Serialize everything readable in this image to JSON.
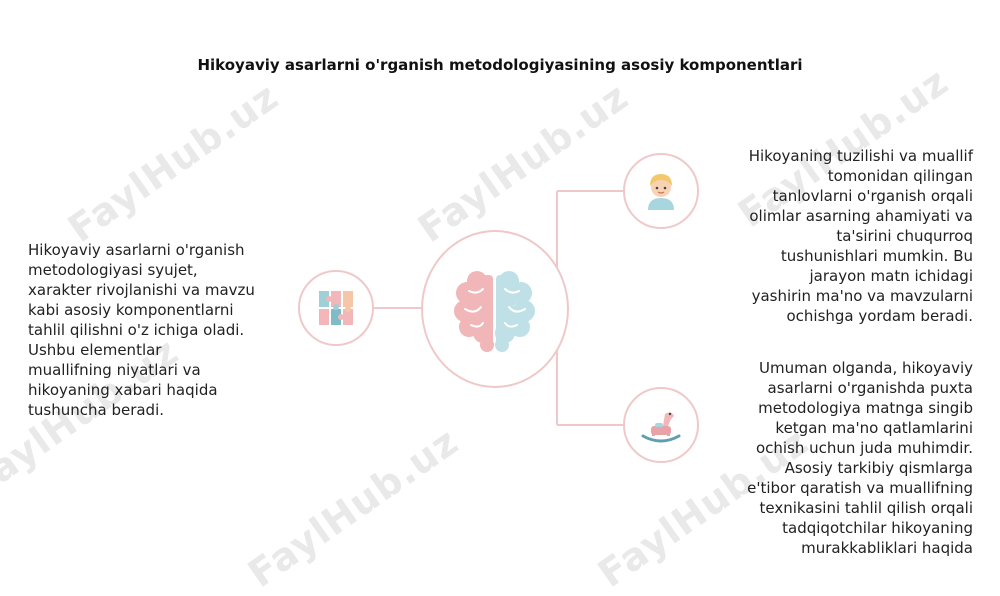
{
  "title": "Hikoyaviy asarlarni o'rganish metodologiyasining asosiy komponentlari",
  "left": {
    "text": "Hikoyaviy asarlarni o'rganish\nmetodologiyasi syujet,\nxarakter rivojlanishi va mavzu\nkabi asosiy komponentlarni\ntahlil qilishni o'z ichiga oladi.\nUshbu elementlar\nmuallifning niyatlari va\nhikoyaning xabari haqida\ntushuncha beradi.",
    "icon": "puzzle-icon"
  },
  "top_right": {
    "text": "Hikoyaning tuzilishi va muallif\ntomonidan qilingan\ntanlovlarni o'rganish orqali\nolimlar asarning ahamiyati va\nta'sirini chuqurroq\ntushunishlari mumkin. Bu\njarayon matn ichidagi\nyashirin ma'no va mavzularni\nochishga yordam beradi.",
    "icon": "person-icon"
  },
  "bottom_right": {
    "text": "Umuman olganda, hikoyaviy\nasarlarni o'rganishda puxta\nmetodologiya matnga singib\nketgan ma'no qatlamlarini\nochish uchun juda muhimdir.\nAsosiy tarkibiy qismlarga\ne'tibor qaratish va muallifning\ntexnikasini tahlil qilish orqali\ntadqiqotchilar hikoyaning\nmurakkabliklari haqida",
    "icon": "rocking-horse-icon"
  },
  "center": {
    "icon": "brain-icon"
  },
  "watermark": "FaylHub.uz",
  "colors": {
    "ring": "#efc9c9",
    "brain_pink": "#f0b6b8",
    "brain_blue": "#bfe0e6",
    "watermark": "#e9e9e9"
  }
}
